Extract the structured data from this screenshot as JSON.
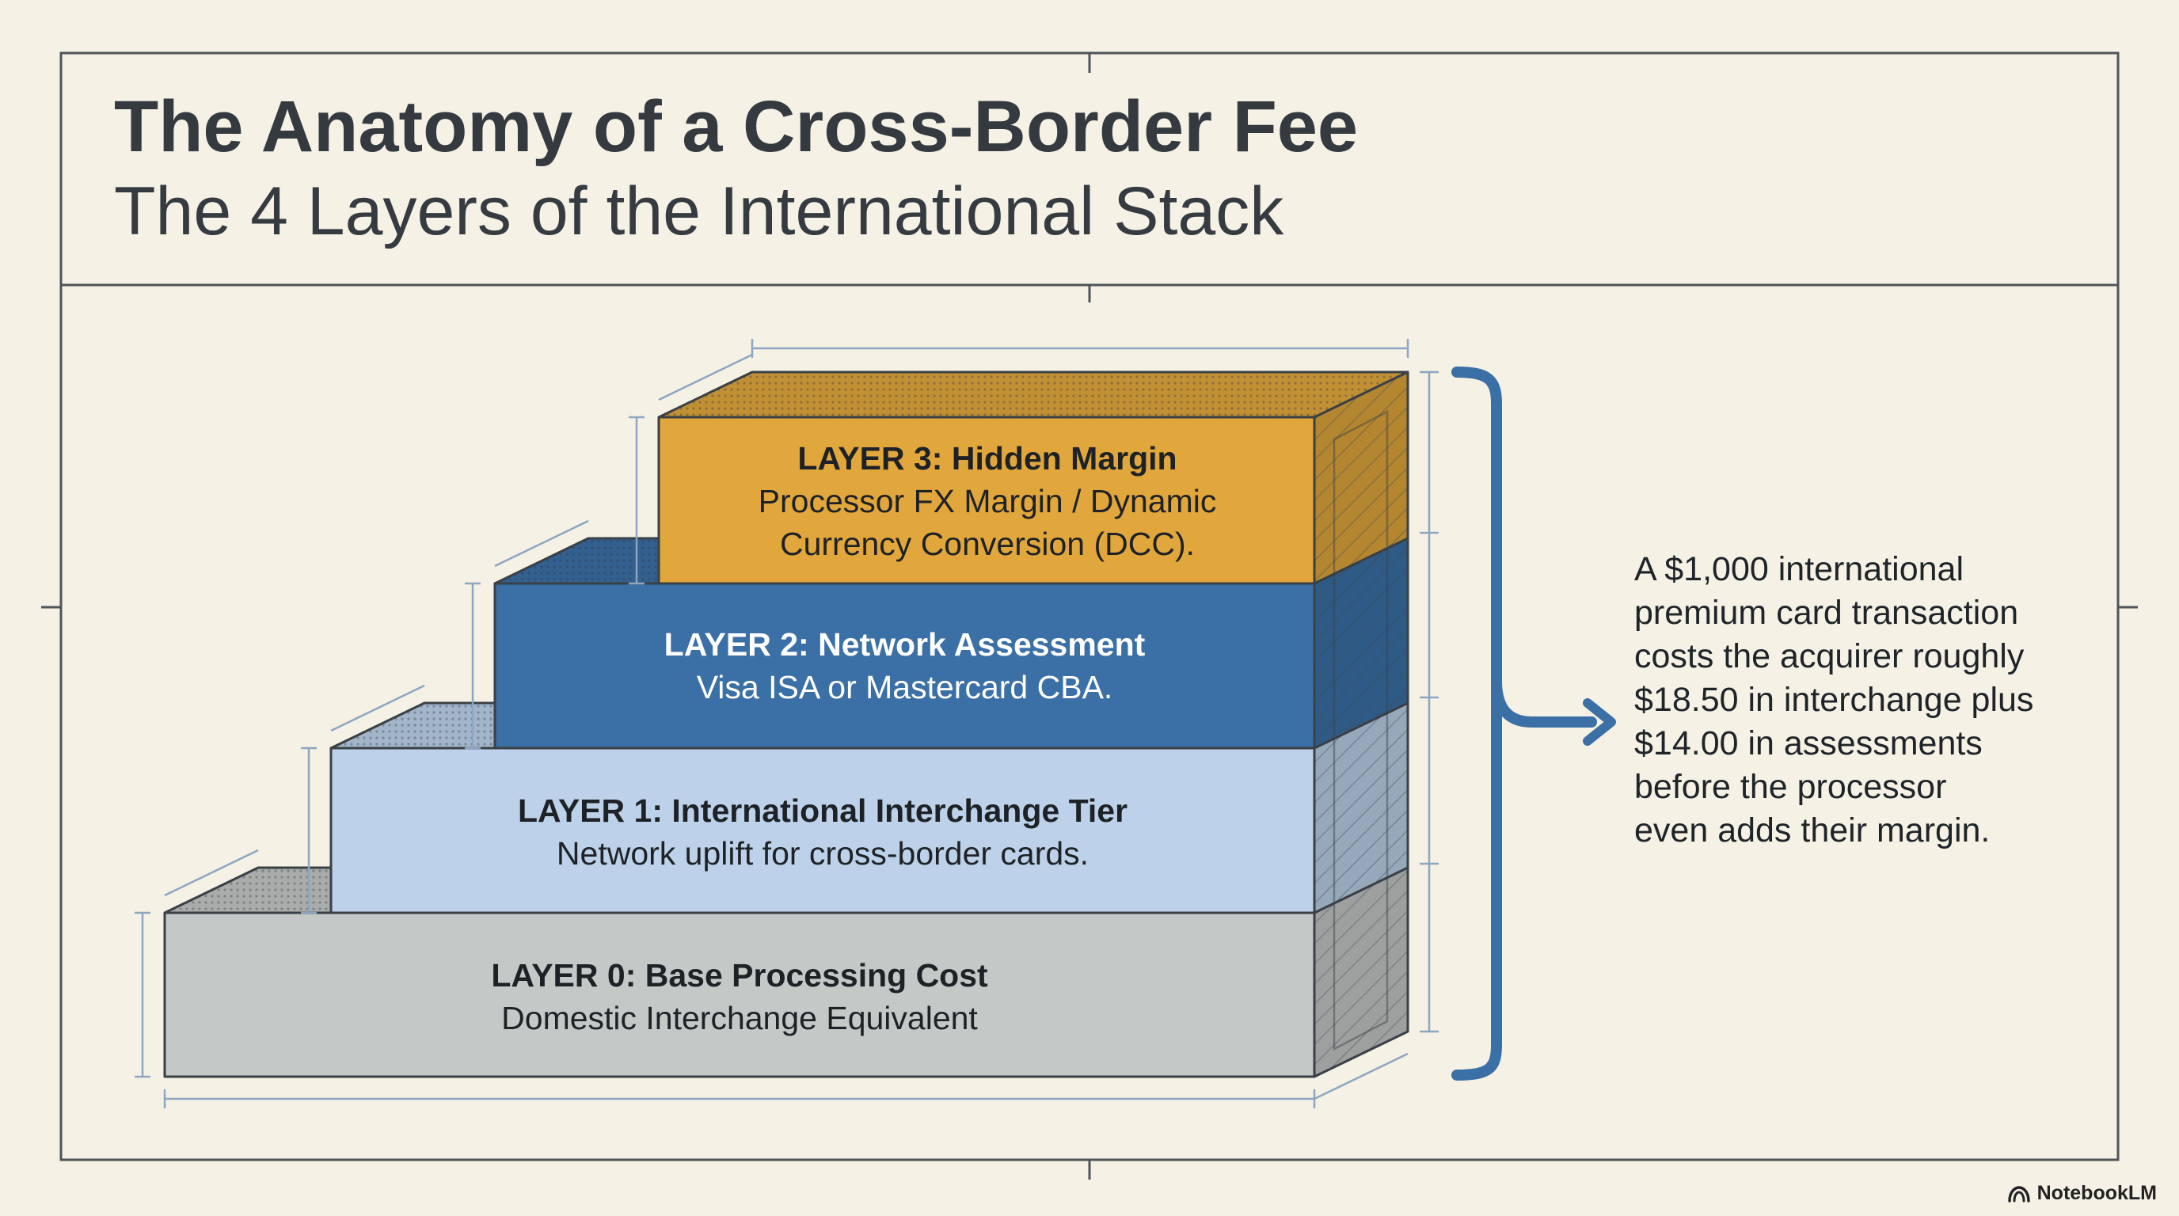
{
  "header": {
    "title": "The Anatomy of a Cross-Border Fee",
    "subtitle": "The 4 Layers of the International Stack"
  },
  "layers": [
    {
      "title": "LAYER 0: Base Processing Cost",
      "description": [
        "Domestic Interchange Equivalent"
      ],
      "color": "#c4c8c7"
    },
    {
      "title": "LAYER 1: International Interchange Tier",
      "description": [
        "Network uplift for cross-border cards."
      ],
      "color": "#bdd2ea"
    },
    {
      "title": "LAYER 2: Network Assessment",
      "description": [
        "Visa ISA or Mastercard CBA."
      ],
      "color": "#3b70a6"
    },
    {
      "title": "LAYER 3: Hidden Margin",
      "description": [
        "Processor FX Margin / Dynamic",
        "Currency Conversion (DCC)."
      ],
      "color": "#e1a73c"
    }
  ],
  "callout": {
    "lines": [
      "A $1,000 international",
      "premium card transaction",
      "costs the acquirer roughly",
      "$18.50 in interchange plus",
      "$14.00 in assessments",
      "before the processor",
      "even adds their margin."
    ]
  },
  "brand": {
    "name": "NotebookLM",
    "icon": "notebooklm-logo-icon"
  },
  "colors": {
    "background": "#f5f1e4",
    "frame": "#4f5459",
    "accent_blue": "#3b70a6",
    "dimension_line": "#8da6c2"
  }
}
